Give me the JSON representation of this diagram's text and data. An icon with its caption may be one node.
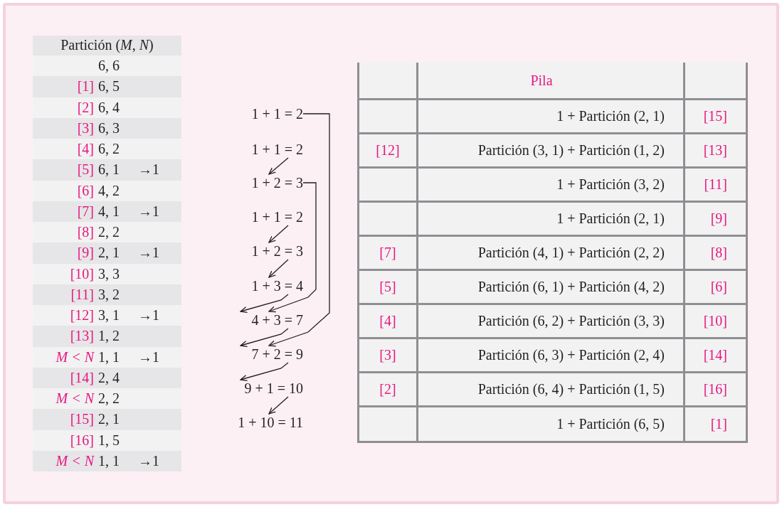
{
  "diagram": {
    "nodes": [
      {
        "text": [
          "1 + 1 = 2"
        ]
      },
      {
        "text": [
          "1 + 1 = 2"
        ]
      },
      {
        "text": [
          "1 + 2 = 3"
        ]
      },
      {
        "text": [
          "1 + 1 = 2"
        ]
      },
      {
        "text": [
          "1 + 2 = 3"
        ]
      },
      {
        "text": [
          "1 + 3 = 4"
        ]
      },
      {
        "text": [
          "4 + 3 = 7"
        ]
      },
      {
        "text": [
          "7 + 2 = 9"
        ]
      },
      {
        "text": [
          "9 + 1 = 10"
        ]
      },
      {
        "text": [
          "1 + 10 = 11"
        ]
      }
    ],
    "edges": [
      {
        "from": 1,
        "to": 2,
        "arrow": "to"
      },
      {
        "from": 3,
        "to": 4,
        "arrow": "to"
      },
      {
        "from": 4,
        "to": 5,
        "arrow": "to"
      },
      {
        "from": 5,
        "to": 6,
        "arrow": "to"
      },
      {
        "from": 2,
        "to": 6,
        "arrow": "to"
      },
      {
        "from": 6,
        "to": 7,
        "arrow": "to"
      },
      {
        "from": 0,
        "to": 7,
        "arrow": "to"
      },
      {
        "from": 7,
        "to": 8,
        "arrow": "to"
      },
      {
        "from": 8,
        "to": 9,
        "arrow": "to"
      }
    ],
    "labels": [
      "Partición (*M*, *N*)",
      "6, 6",
      "[1]",
      "6, 5",
      "[2]",
      "6, 4",
      "[3]",
      "6, 3",
      "[4]",
      "6, 2",
      "[5]",
      "6, 1",
      "→1",
      "[6]",
      "4, 2",
      "[7]",
      "4, 1",
      "→1",
      "[8]",
      "2, 2",
      "[9]",
      "2, 1",
      "→1",
      "[10]",
      "3, 3",
      "[11]",
      "3, 2",
      "[12]",
      "3, 1",
      "→1",
      "[13]",
      "1, 2",
      "M < N",
      "1, 1",
      "→1",
      "[14]",
      "2, 4",
      "M < N",
      "2, 2",
      "[15]",
      "2, 1",
      "[16]",
      "1, 5",
      "M < N",
      "1, 1",
      "→1",
      "Pila",
      "1 + Partición (2, 1)",
      "[15]",
      "[12]",
      "Partición (3, 1) + Partición (1, 2)",
      "[13]",
      "1 + Partición (3, 2)",
      "[11]",
      "1 + Partición (2, 1)",
      "[9]",
      "[7]",
      "Partición (4, 1) + Partición (2, 2)",
      "[8]",
      "[5]",
      "Partición (6, 1) + Partición (4, 2)",
      "[6]",
      "[4]",
      "Partición (6, 2) + Partición (3, 3)",
      "[10]",
      "[3]",
      "Partición (6, 3) + Partición (2, 4)",
      "[14]",
      "[2]",
      "Partición (6, 4) + Partición (1, 5)",
      "[16]",
      "1 + Partición (6, 5)",
      "[1]"
    ]
  }
}
